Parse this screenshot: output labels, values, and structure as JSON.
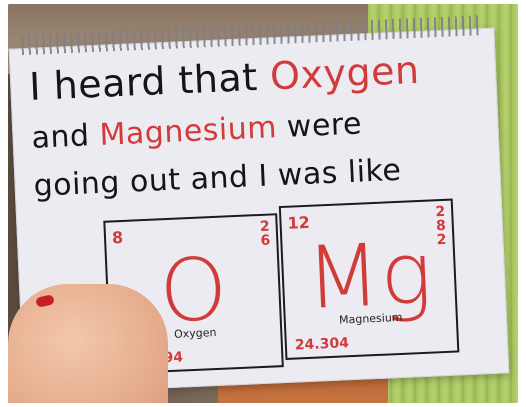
{
  "sign": {
    "line1": {
      "text": "I heard that ",
      "highlight": "Oxygen"
    },
    "line2": {
      "highlight": "Magnesium",
      "text": " were"
    },
    "line3": {
      "text": "going out and I was like"
    }
  },
  "tiles": [
    {
      "atomic_number": "8",
      "shells": "2\n6",
      "symbol": "O",
      "name": "Oxygen",
      "mass": "15.9994"
    },
    {
      "atomic_number": "12",
      "shells": "2\n8\n2",
      "symbol": "Mg",
      "name": "Magnesium",
      "mass": "24.304"
    }
  ],
  "colors": {
    "ink_red": "#d13b3a",
    "ink_black": "#151515",
    "paper": "#ecebf2"
  }
}
